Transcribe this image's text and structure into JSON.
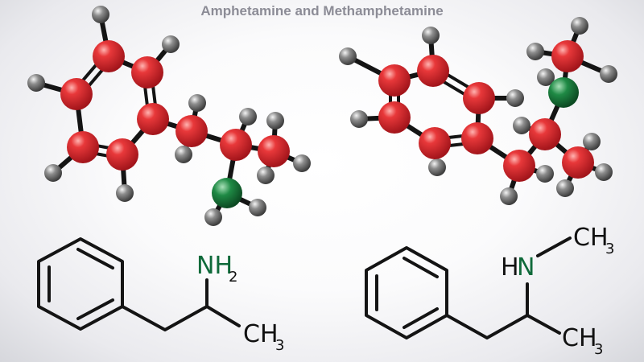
{
  "title": "Amphetamine and Methamphetamine",
  "colors": {
    "carbon": "#d8252a",
    "hydrogen": "#7a7a7a",
    "nitrogen": "#1f8a45",
    "bond": "#141414"
  },
  "amphetamine": {
    "amine": {
      "text": "NH",
      "sub": "2"
    },
    "methyl": {
      "text": "CH",
      "sub": "3"
    }
  },
  "methamphetamine": {
    "h": "H",
    "n": "N",
    "n_methyl": {
      "text": "CH",
      "sub": "3"
    },
    "methyl": {
      "text": "CH",
      "sub": "3"
    }
  }
}
